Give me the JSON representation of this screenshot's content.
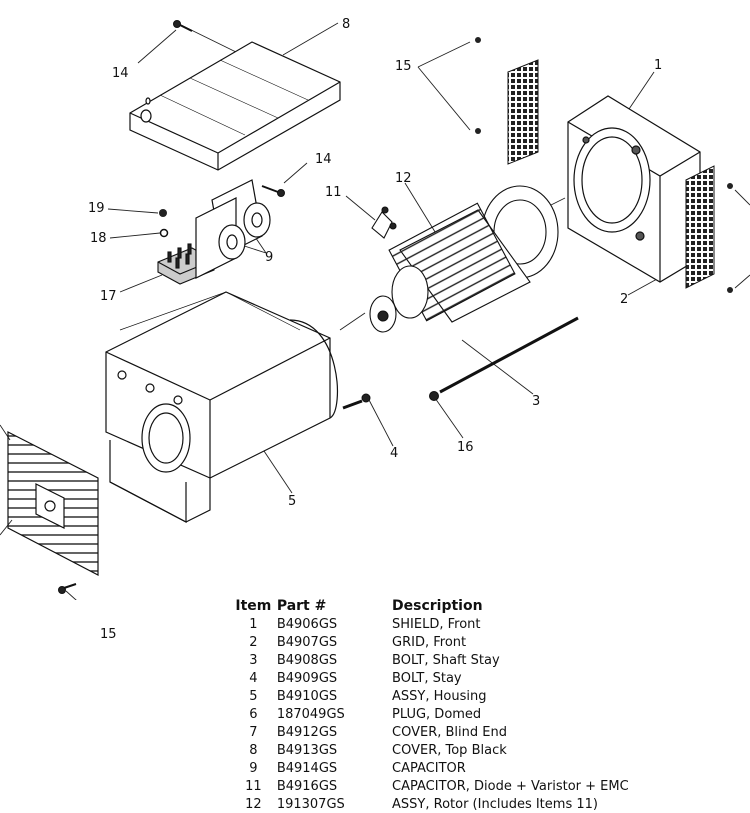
{
  "diagram": {
    "callouts": [
      "8",
      "14",
      "15",
      "1",
      "14",
      "11",
      "12",
      "19",
      "18",
      "17",
      "9",
      "2",
      "3",
      "4",
      "16",
      "5",
      "15"
    ]
  },
  "parts_table": {
    "headers": {
      "item": "Item",
      "part": "Part #",
      "description": "Description"
    },
    "rows": [
      {
        "item": "1",
        "part": "B4906GS",
        "description": "SHIELD, Front"
      },
      {
        "item": "2",
        "part": "B4907GS",
        "description": "GRID, Front"
      },
      {
        "item": "3",
        "part": "B4908GS",
        "description": "BOLT, Shaft Stay"
      },
      {
        "item": "4",
        "part": "B4909GS",
        "description": "BOLT, Stay"
      },
      {
        "item": "5",
        "part": "B4910GS",
        "description": "ASSY, Housing"
      },
      {
        "item": "6",
        "part": "187049GS",
        "description": "PLUG, Domed"
      },
      {
        "item": "7",
        "part": "B4912GS",
        "description": "COVER, Blind End"
      },
      {
        "item": "8",
        "part": "B4913GS",
        "description": "COVER, Top Black"
      },
      {
        "item": "9",
        "part": "B4914GS",
        "description": "CAPACITOR"
      },
      {
        "item": "11",
        "part": "B4916GS",
        "description": "CAPACITOR, Diode + Varistor + EMC"
      },
      {
        "item": "12",
        "part": "191307GS",
        "description": "ASSY, Rotor (Includes Items 11)"
      }
    ]
  }
}
